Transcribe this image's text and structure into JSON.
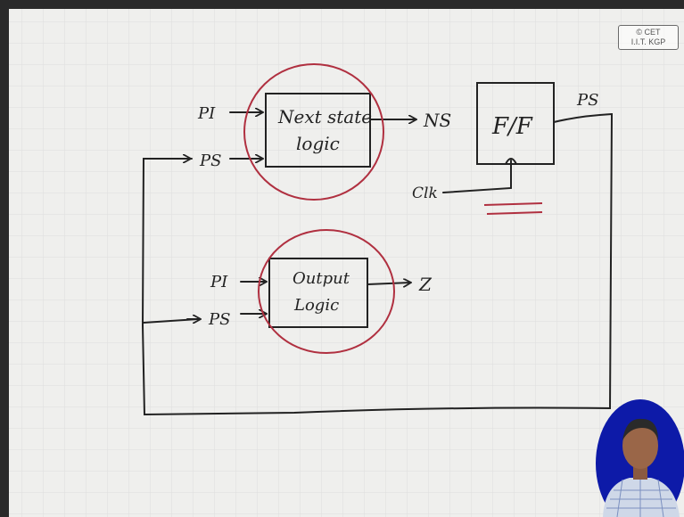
{
  "logo": {
    "line1": "© CET",
    "line2": "I.I.T. KGP"
  },
  "diagram": {
    "next_state_block": {
      "line1": "Next state",
      "line2": "logic"
    },
    "output_block": {
      "line1": "Output",
      "line2": "Logic"
    },
    "flipflop_label": "F/F",
    "labels": {
      "pi_top": "PI",
      "ps_top": "PS",
      "ns": "NS",
      "ps_out": "PS",
      "clk": "Clk",
      "pi_bottom": "PI",
      "ps_bottom": "PS",
      "z": "Z"
    }
  },
  "colors": {
    "board": "#f0f0ee",
    "grid": "#dcdcdc",
    "ink": "#222222",
    "highlight": "#b03040",
    "presenter_bg": "#0d1aa8"
  }
}
